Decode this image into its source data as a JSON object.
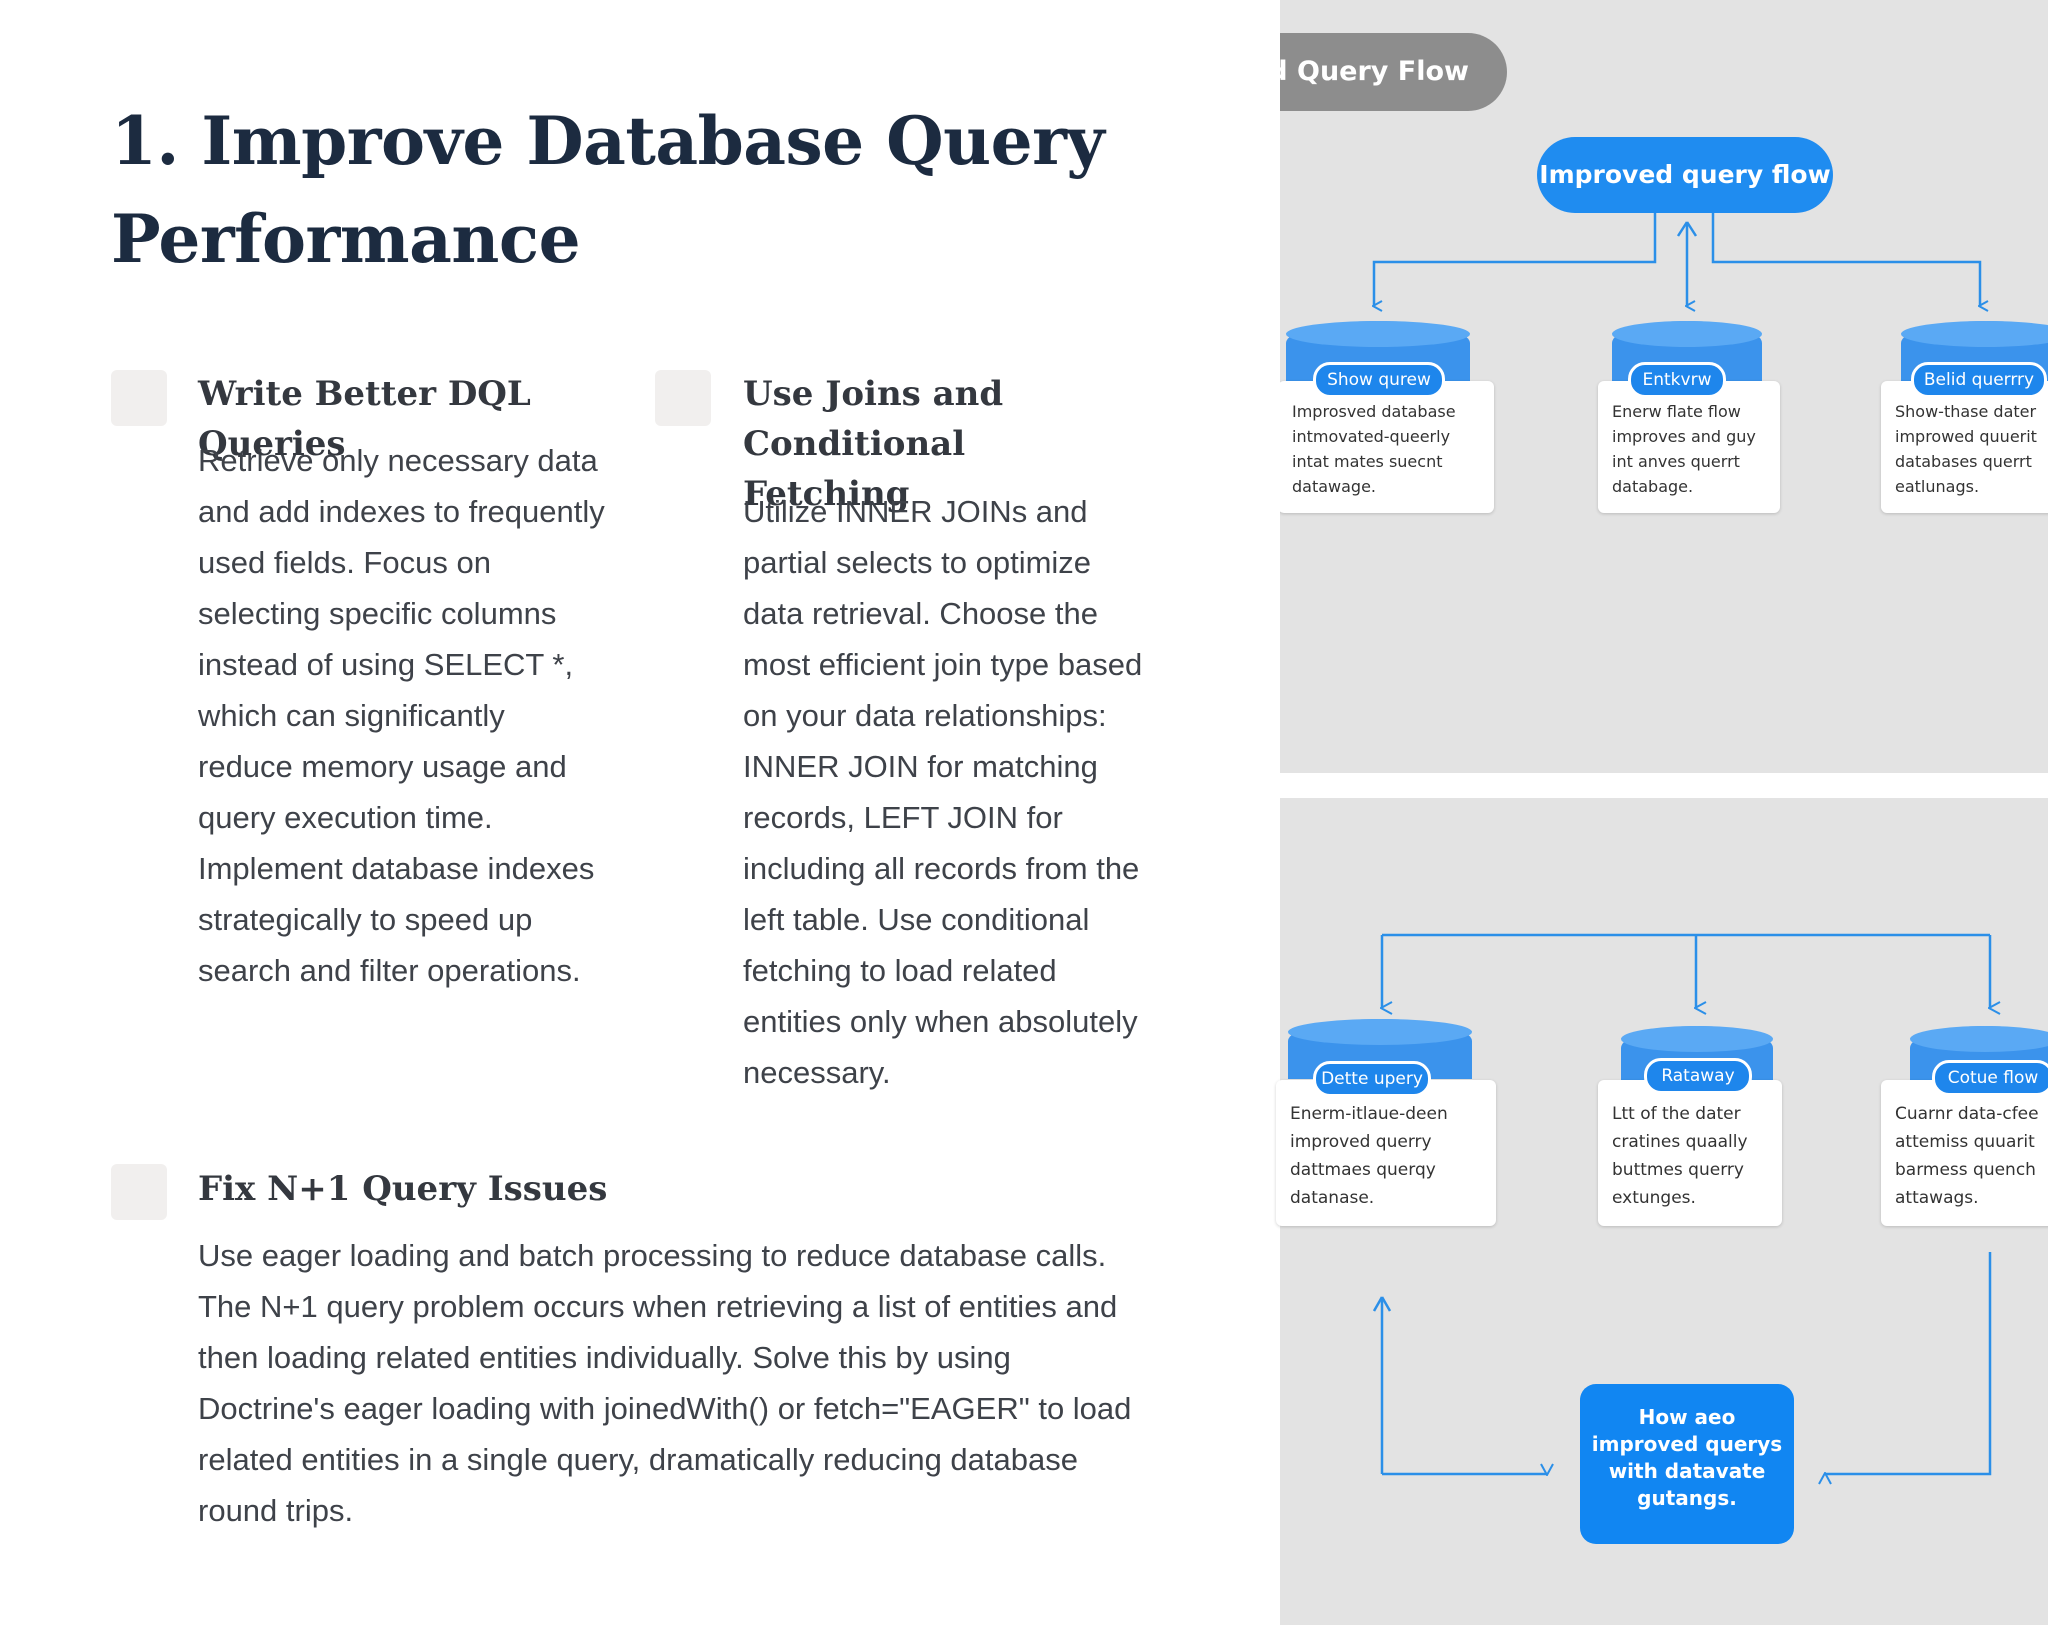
{
  "title_lines": [
    "1. Improve Database Query",
    "Performance"
  ],
  "sections": [
    {
      "title_lines": [
        "Write Better DQL Queries"
      ],
      "body_lines": [
        "Retrieve only necessary data",
        "and add indexes to frequently",
        "used fields. Focus on",
        "selecting specific columns",
        "instead of using SELECT *,",
        "which can significantly",
        "reduce memory usage and",
        "query execution time.",
        "Implement database indexes",
        "strategically to speed up",
        "search and filter operations."
      ]
    },
    {
      "title_lines": [
        "Use Joins and Conditional",
        "Fetching"
      ],
      "body_lines": [
        "Utilize INNER JOINs and",
        "partial selects to optimize",
        "data retrieval. Choose the",
        "most efficient join type based",
        "on your data relationships:",
        "INNER JOIN for matching",
        "records, LEFT JOIN for",
        "including all records from the",
        "left table. Use conditional",
        "fetching to load related",
        "entities only when absolutely",
        "necessary."
      ]
    },
    {
      "title_lines": [
        "Fix N+1 Query Issues"
      ],
      "body_lines": [
        "Use eager loading and batch processing to reduce database calls.",
        "The N+1 query problem occurs when retrieving a list of entities and",
        "then loading related entities individually. Solve this by using",
        "Doctrine's eager loading with joinedWith() or fetch=\"EAGER\" to load",
        "related entities in a single query, dramatically reducing database",
        "round trips."
      ]
    }
  ],
  "diagram": {
    "header": "ved Query Flow",
    "root": "Improved query flow",
    "top_nodes": [
      {
        "tag": "Show qurew",
        "lines": [
          "Improsved database",
          "intmovated-queerly",
          "intat mates suecnt",
          "datawage."
        ]
      },
      {
        "tag": "Entkvrw",
        "lines": [
          "Enerw flate flow",
          "improves and guy",
          "int anves querrt",
          "databage."
        ]
      },
      {
        "tag": "Belid querrry",
        "lines": [
          "Show-thase dater",
          "improwed quuerit",
          "databases querrt",
          "eatlunags."
        ]
      }
    ],
    "bottom_nodes": [
      {
        "tag": "Dette upery",
        "lines": [
          "Enerm-itlaue-deen",
          "improved querry",
          "dattmaes querqy",
          "datanase."
        ]
      },
      {
        "tag": "Rataway",
        "lines": [
          "Ltt of the dater",
          "cratines quaally",
          "buttmes querry",
          "extunges."
        ]
      },
      {
        "tag": "Cotue flow",
        "lines": [
          "Cuarnr data-cfee",
          "attemiss quuarit",
          "barmess quench",
          "attawags."
        ]
      }
    ],
    "final_box_lines": [
      "How aeo",
      "improved querys",
      "with datavate",
      "gutangs."
    ],
    "colors": {
      "accent": "#1f8cf0",
      "panel": "#e3e3e3",
      "header_pill": "#8d8d8d",
      "line": "#2b8fe8"
    }
  }
}
